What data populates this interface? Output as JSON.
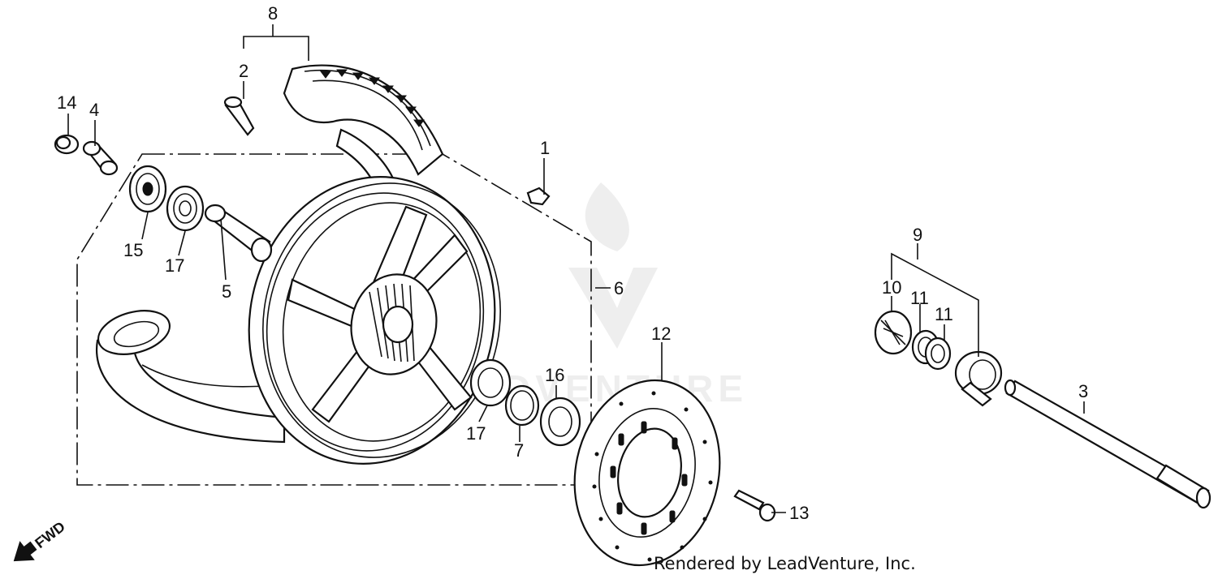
{
  "diagram": {
    "callouts": [
      {
        "id": "c1",
        "label": "1"
      },
      {
        "id": "c2",
        "label": "2"
      },
      {
        "id": "c3",
        "label": "3"
      },
      {
        "id": "c4",
        "label": "4"
      },
      {
        "id": "c5",
        "label": "5"
      },
      {
        "id": "c6",
        "label": "6"
      },
      {
        "id": "c7",
        "label": "7"
      },
      {
        "id": "c8",
        "label": "8"
      },
      {
        "id": "c9",
        "label": "9"
      },
      {
        "id": "c10",
        "label": "10"
      },
      {
        "id": "c11a",
        "label": "11"
      },
      {
        "id": "c11b",
        "label": "11"
      },
      {
        "id": "c12",
        "label": "12"
      },
      {
        "id": "c13",
        "label": "13"
      },
      {
        "id": "c14",
        "label": "14"
      },
      {
        "id": "c15",
        "label": "15"
      },
      {
        "id": "c16",
        "label": "16"
      },
      {
        "id": "c17a",
        "label": "17"
      },
      {
        "id": "c17b",
        "label": "17"
      }
    ],
    "direction_label": "FWD",
    "watermark_text": "LEADVENTURE",
    "credit": "Rendered by LeadVenture, Inc."
  }
}
